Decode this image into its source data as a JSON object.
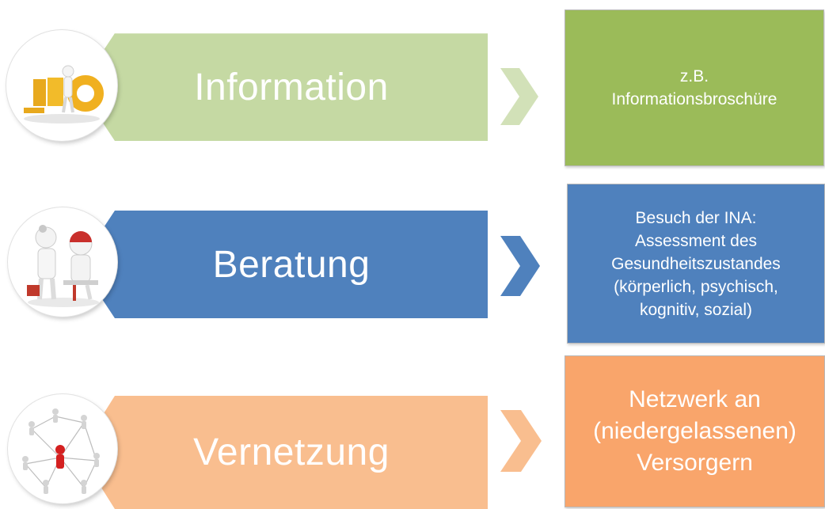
{
  "rows": [
    {
      "label": "Information",
      "detail_lines": [
        "z.B.",
        "Informationsbroschüre"
      ],
      "color_banner": "#c5d9a3",
      "color_box": "#9bbb59",
      "icon": "info-figures-icon"
    },
    {
      "label": "Beratung",
      "detail_lines": [
        "Besuch der INA:",
        "Assessment des",
        "Gesundheitszustandes",
        "(körperlich, psychisch,",
        "kognitiv, sozial)"
      ],
      "color_banner": "#4f81bd",
      "color_box": "#4f81bd",
      "icon": "doctor-patient-icon"
    },
    {
      "label": "Vernetzung",
      "detail_lines": [
        "Netzwerk an",
        "(niedergelassenen)",
        "Versorgern"
      ],
      "color_banner": "#f9be8f",
      "color_box": "#f9a56b",
      "icon": "network-people-icon"
    }
  ]
}
